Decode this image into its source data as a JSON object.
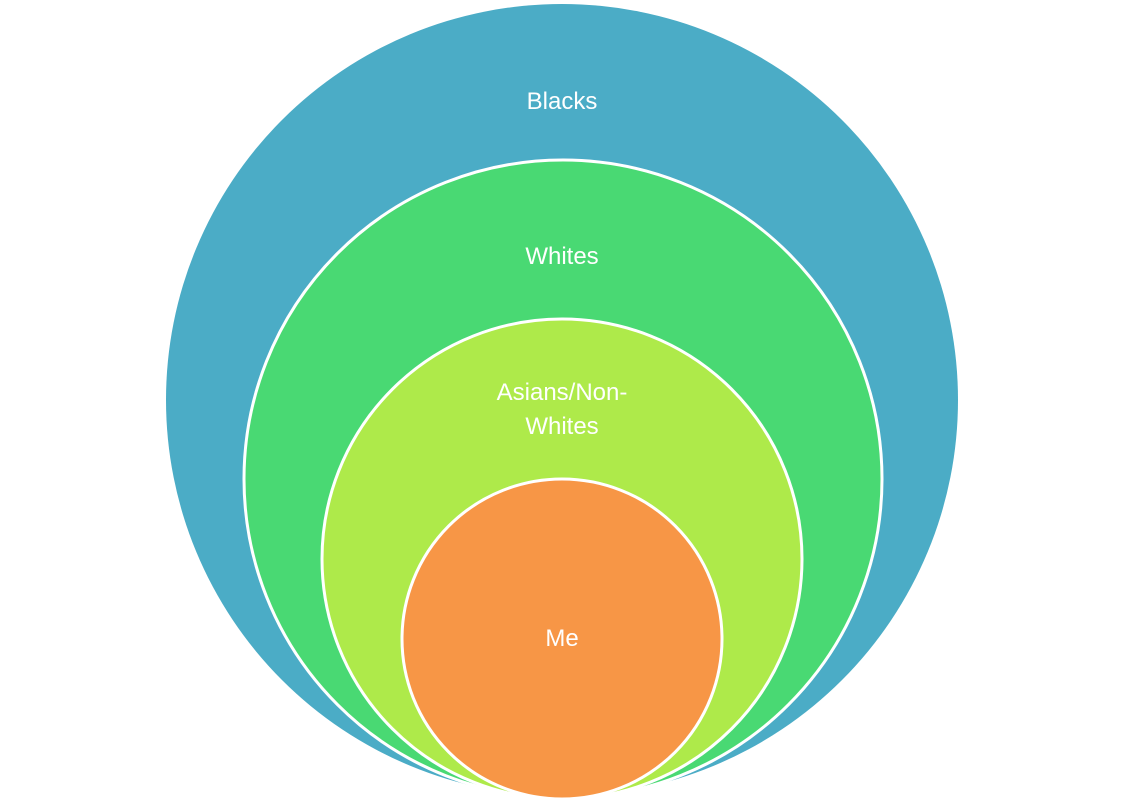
{
  "diagram": {
    "type": "nested-circles",
    "rings": [
      {
        "label_lines": [
          "Blacks"
        ],
        "color": "#4BACC6"
      },
      {
        "label_lines": [
          "Whites"
        ],
        "color": "#49D973"
      },
      {
        "label_lines": [
          "Asians/Non-",
          "Whites"
        ],
        "color": "#AEEA4A"
      },
      {
        "label_lines": [
          "Me"
        ],
        "color": "#F79646"
      }
    ]
  }
}
